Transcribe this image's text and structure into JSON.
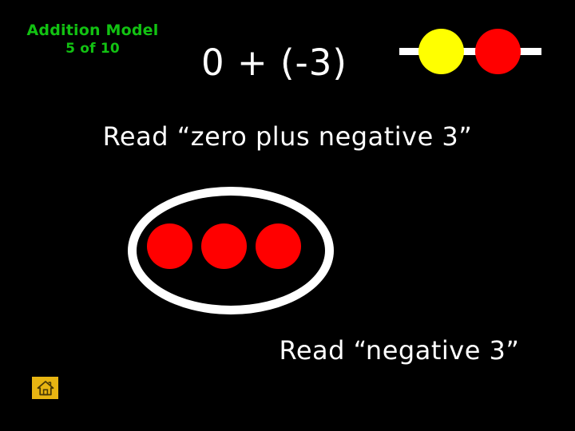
{
  "slide": {
    "background_color": "#000000",
    "title": {
      "line1": "Addition Model",
      "line2": "5 of 10",
      "color": "#12c212"
    },
    "equation": {
      "text": "0 + (-3)",
      "color": "#ffffff"
    },
    "top_counter_group": {
      "label": "zero-pair-with-number-line",
      "number_line_color": "#ffffff",
      "chips": [
        {
          "name": "yellow-chip",
          "color": "#ffff00",
          "value": "+1"
        },
        {
          "name": "red-chip",
          "color": "#ff0000",
          "value": "-1"
        }
      ]
    },
    "read_line_1": "Read “zero plus negative 3”",
    "oval_group": {
      "outline_color": "#ffffff",
      "chip_color": "#ff0000",
      "chip_count": 3,
      "chips": [
        {
          "name": "red-chip-1",
          "color": "#ff0000",
          "value": "-1"
        },
        {
          "name": "red-chip-2",
          "color": "#ff0000",
          "value": "-1"
        },
        {
          "name": "red-chip-3",
          "color": "#ff0000",
          "value": "-1"
        }
      ]
    },
    "read_line_2": "Read “negative 3”",
    "home_button": {
      "icon": "home-icon",
      "background_color": "#e8b512",
      "glyph_color": "#4a3a06"
    }
  }
}
